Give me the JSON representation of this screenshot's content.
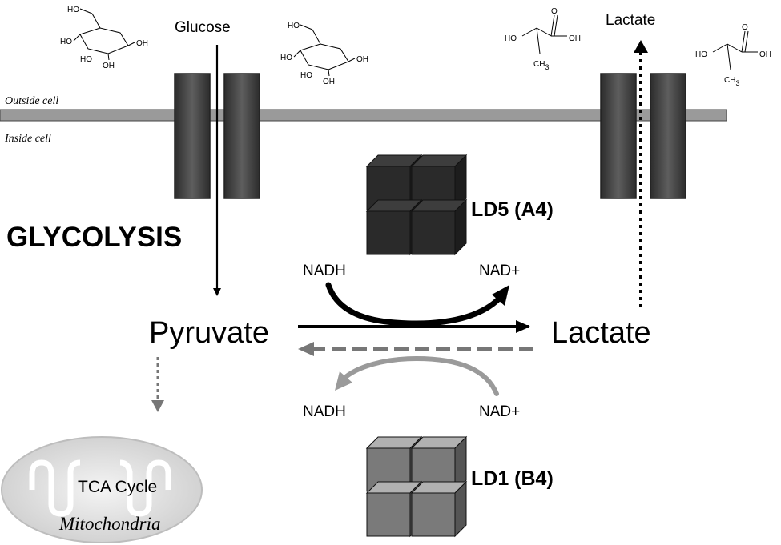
{
  "membrane": {
    "outside_label": "Outside cell",
    "inside_label": "Inside cell"
  },
  "glucose": {
    "label": "Glucose",
    "structure_oh": "OH",
    "structure_ho": "HO"
  },
  "lactate_export": {
    "label": "Lactate",
    "structure_oh": "OH",
    "structure_ho": "HO",
    "structure_ch3": "CH",
    "structure_ch3_sub": "3",
    "structure_o": "O"
  },
  "pathway": {
    "title": "GLYCOLYSIS",
    "pyruvate": "Pyruvate",
    "lactate": "Lactate"
  },
  "enzymes": {
    "ld5": "LD5 (A4)",
    "ld1": "LD1 (B4)",
    "ld5_color": "#2a2a2a",
    "ld1_color": "#7a7a7a"
  },
  "cofactors": {
    "forward_in": "NADH",
    "forward_out": "NAD+",
    "reverse_in": "NAD+",
    "reverse_out": "NADH"
  },
  "mitochondria": {
    "tca": "TCA Cycle",
    "label": "Mitochondria"
  }
}
